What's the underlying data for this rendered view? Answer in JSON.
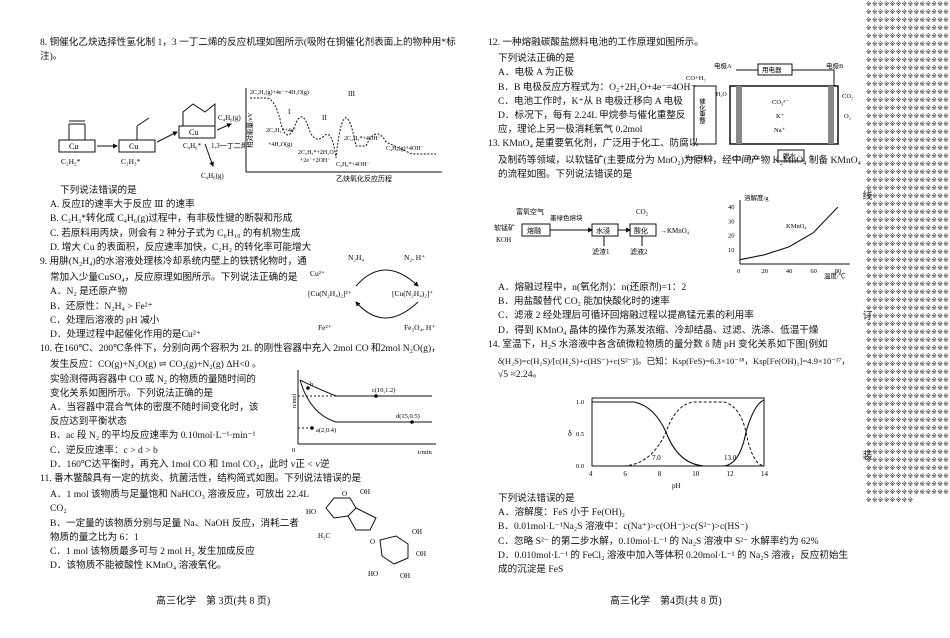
{
  "q8": {
    "stem": "8. 铜催化乙炔选择性氢化制 1，3 一丁二烯的反应机理如图所示(吸附在铜催化剂表面上的物种用*标注)。",
    "lead": "下列说法错误的是",
    "options": [
      "A. 反应Ⅰ的速率大于反应 Ⅲ 的速率",
      "B. C₂H₃*转化成 C₄H₆(g)过程中，有非极性键的断裂和形成",
      "C. 若原料用丙炔，则会有 2 种分子式为 C₆H₁₀ 的有机物生成",
      "D. 增大 Cu 的表面积，反应速率加快，C₂H₂ 的转化率可能增大"
    ],
    "fig": {
      "cu": "Cu",
      "c2h2": "C₂H₂*",
      "c2h3": "C₂H₃*",
      "c4h6star": "C₄H₆*",
      "c4h6g": "C₄H₆(g)",
      "c4h6g2": "C₄H₆(g)",
      "butadiene": "1,3一丁二烯",
      "e_label": "相对能量/eV",
      "x_label": "乙炔氧化反应历程",
      "s0": "2C₂H₂(g)+4e⁻+4H₂O(g)",
      "s1": "2C₂H₂*+4e⁻",
      "s1b": "+4H₂O(g)",
      "s2": "2C₂H₃*+2H₂O",
      "s2b": "+2e⁻+2OH⁻",
      "s3": "2C₂H₃*+4OH⁻",
      "s4": "C₄H₆(g)+4OH⁻",
      "s5": "C₄H₆*+4OH⁻",
      "r1": "I",
      "r2": "II",
      "r3": "III"
    }
  },
  "q9": {
    "stem": "9. 用肼(N₂H₄)的水溶液处理核冷却系统内壁上的铁锈化物时，通",
    "stem2": "常加入少量CuSO₄，反应原理如图所示。下列说法正确的是",
    "options": [
      "A．N₂ 是还原产物",
      "B．还原性：N₂H₄ > Fe²⁺",
      "C．处理后溶液的 pH 减小",
      "D．处理过程中起催化作用的是Cu²⁺"
    ],
    "fig": {
      "n2h4": "N₂H₄",
      "n2h": "N₂, H⁺",
      "cu2": "Cu²⁺",
      "cunh3a": "[Cu(N₂H₄)₂]²⁺",
      "cunh3b": "[Cu(N₂H₄)₂]⁺",
      "fe2": "Fe²⁺",
      "fe3o4": "Fe₃O₄, H⁺"
    }
  },
  "q10": {
    "stem": "10. 在160℃、200℃条件下，分别向两个容积为 2L 的刚性容器中充入 2mol CO 和2mol N₂O(g)，",
    "eq": "发生反应：CO(g)+N₂O(g) ⇌ CO₂(g)+N₂(g)  ΔH<0 。",
    "stem2": "实验测得两容器中 CO 或 N₂ 的物质的量随时间的",
    "stem3": "变化关系如图所示。下列说法正确的是",
    "options": [
      "A．当容器中混合气体的密度不随时间变化时，该",
      "    反应达到平衡状态",
      "B．ac 段 N₂ 的平均反应速率为 0.10mol·L⁻¹·min⁻¹",
      "C．逆反应速率：c > d > b",
      "D．160℃达平衡时，再充入 1mol CO 和 1mol CO₂，此时 v正 < v逆"
    ],
    "fig": {
      "ylabel": "n/mol",
      "xlabel": "t/min",
      "pb": "b",
      "pc": "c(10,1.2)",
      "pd": "d(15,0.5)",
      "pa": "a(2,0.4)",
      "origin": "0"
    }
  },
  "q11": {
    "stem": "11. 番木鳖酸具有一定的抗炎、抗菌活性，结构简式如图。下列说法错误的是",
    "options": [
      "A．1 mol 该物质与足量饱和 NaHCO₃ 溶液反应，可放出 22.4L",
      "    CO₂",
      "B．一定量的该物质分别与足量 Na、NaOH 反应，消耗二者",
      "    物质的量之比为 6：1",
      "C．1 mol 该物质最多可与 2 mol H₂ 发生加成反应",
      "D．该物质不能被酸性 KMnO₄ 溶液氧化。"
    ],
    "fig": {
      "oh": "OH",
      "ho": "HO",
      "h3c": "H₃C",
      "o": "O"
    }
  },
  "q12": {
    "stem": "12. 一种熔融碳酸盐燃料电池的工作原理如图所示。",
    "lead": "下列说法正确的是",
    "options": [
      "A．电极 A 为正极",
      "B．B 电极反应方程式为：O₂+2H₂O+4e⁻=4OH⁻",
      "C．电池工作时，K⁺从 B 电极迁移向 A 电极",
      "D．标况下，每有 2.24L 甲烷参与催化重整反",
      "    应，理论上另一极消耗氧气 0.2mol"
    ],
    "fig": {
      "ea": "电极A",
      "eb": "电极B",
      "load": "用电器",
      "coh2": "CO+H₂",
      "h2o": "H₂O",
      "co2": "CO₂",
      "o2": "O₂",
      "ions": [
        "CO₃²⁻",
        "K⁺",
        "Na⁺"
      ],
      "reform": "催化重整",
      "ch4": "CH₄+H₂O",
      "co2h2o": "CO₂+H₂O",
      "water": "脱水"
    }
  },
  "q13": {
    "stem": "13. KMnO₄ 是重要氧化剂，广泛用于化工、防腐以",
    "stem2": "及制药等领域，以软锰矿(主要成分为 MnO₂)为原料，经中间产物 K₂MnO₄ 制备 KMnO₄",
    "stem3": "的流程如图。下列说法错误的是",
    "options": [
      "A．熔融过程中，n(氧化剂)：n(还原剂)=1：2",
      "B．用盐酸替代 CO₂ 能加快酸化时的速率",
      "C．滤液 2 经处理后可循环回熔融过程以提高锰元素的利用率",
      "D．得到 KMnO₄ 晶体的操作为蒸发浓缩、冷却结晶、过滤、洗涤、低温干燥"
    ],
    "flow": {
      "in1": "富氧空气",
      "in2": "软锰矿",
      "koh": "KOH",
      "s1": "熔融",
      "s1out": "墨绿色熔块",
      "s2": "水浸",
      "co2": "CO₂",
      "s3": "酸化",
      "out": "→KMnO₄",
      "f1": "滤渣1",
      "f2": "滤液2"
    }
  },
  "chart_data": {
    "type": "line",
    "ylabel": "溶解度/g",
    "xlabel": "温度/℃",
    "series": [
      {
        "name": "KMnO₄",
        "x": [
          0,
          20,
          40,
          60,
          80
        ],
        "y": [
          3,
          6.5,
          12,
          22,
          40
        ]
      }
    ],
    "x_ticks": [
      "0",
      "20",
      "40",
      "60",
      "80"
    ],
    "y_ticks": [
      "10",
      "20",
      "30",
      "40"
    ],
    "xlim": [
      0,
      90
    ],
    "ylim": [
      0,
      45
    ]
  },
  "q14": {
    "stem": "14. 室温下，H₂S 水溶液中各含硫微粒物质的量分数 δ 随 pH 变化关系如下图[例如",
    "formula": "δ(H₂S)=c(H₂S)/[c(H₂S)+c(HS⁻)+c(S²⁻)]。已知：Ksp(FeS)=6.3×10⁻¹⁸，Ksp[Fe(OH)₂]=4.9×10⁻¹⁷，",
    "sqrt": "√5 ≈2.24。",
    "lead": "下列说法错误的是",
    "options": [
      "A．溶解度：FeS 小于 Fe(OH)₂",
      "B．0.01mol·L⁻¹Na₂S 溶液中：c(Na⁺)>c(OH⁻)>c(S²⁻)>c(HS⁻)",
      "C．忽略 S²⁻ 的第二步水解，0.10mol·L⁻¹ 的 Na₂S 溶液中 S²⁻ 水解率约为 62%",
      "D．0.010mol·L⁻¹ 的 FeCl₂ 溶液中加入等体积 0.20mol·L⁻¹ 的 Na₂S 溶液，反应初始生",
      "    成的沉淀是 FeS"
    ],
    "fig": {
      "ylabel": "δ",
      "xlabel": "pH",
      "xticks": [
        "4",
        "6",
        "8",
        "10",
        "12",
        "14"
      ],
      "yticks": [
        "0.0",
        "0.5",
        "1.0"
      ],
      "mark1": "7.0",
      "mark2": "13.0"
    }
  },
  "footer_left": "高三化学　第 3页(共 8 页)",
  "footer_right": "高三化学　第4页(共 8 页)",
  "side_marks": [
    "线",
    "订",
    "装"
  ],
  "stripe_pattern": "※※※※※※※※※※※※※※※※※※※※※※※※※※※※※※※※※※※※※※※※※※※※※※※※※※※※※※※※※※※※※※※※※※※※※※※※※※※※※※※※※※※※※※※※※※※※※※※※※※※※※※※※※※※※※※※※※※※※※※※※※※※※※※※※※※※※※※※※※※※※※※※※※※※※※※※※※※※※※※※※※※※※※※※※※※※※※※※※※※※※※※※※※※※※※※※※※※※※※※※※※※※※※※※※※※※※※※※※※※※※※※※※※※※※※※※※※※※※※※※※※※※※※※※※※※※※※※※※※※※※※※※※※※※※※※※※※※※※※※※※※※※※※※※※※※※※※※※※※※※※※※※※※※※※※※※※※※※※※※※※※※※※※※※※※※※※※※※※※※※※※※※※※※※※※※※※※※※※※※※※※※※※※※※※※※※※※※※※※※※※※※※※※※※※※※※※※※※※※※※※※※※※※※※※※※※※※※※※※※※※※※※※※※※※※※※※※※※※※※※※※※※※※※※※※※※※※※※※※※※※※※※※※※※※※※※※※※※※※※※※※※※※※※※※※※※※※※※※※※※※※※※※※※※※※※※※※※※※※※※※※※※※※※※※※※※※※※※※※※※※※※※※※※※※※※※※※※※※※※※※※※※※※※※※※※※※※※※※※※※※※※※※※※※※※※※※※※※※※※※※※※※※※※※※※※※※※※※※※※※※※※※※※※※※※※※※※※※※※※※※※※※※※※※※※※※※※※※※※※※※※※※※※※※※※※※※※※※※※※※※※※※※※※※※※※※※※※※※※※※※※※※※※※※※※※※※※※※※※※※※※※※※※※※※※※※※※※※※※※※※※※※※※※※※※※※※※※※※※※※※※※※※※※※※※※※※※※※※※※※※※※※※※※※※※※※※※※※※※※※※※※※※※※※※※※※※※※※※※※※※※※※※※※※※※※※※※※※※※※※※※※※※※※※※※※※※※※※※※※※※※※※※※※※※※※※※※※※※"
}
